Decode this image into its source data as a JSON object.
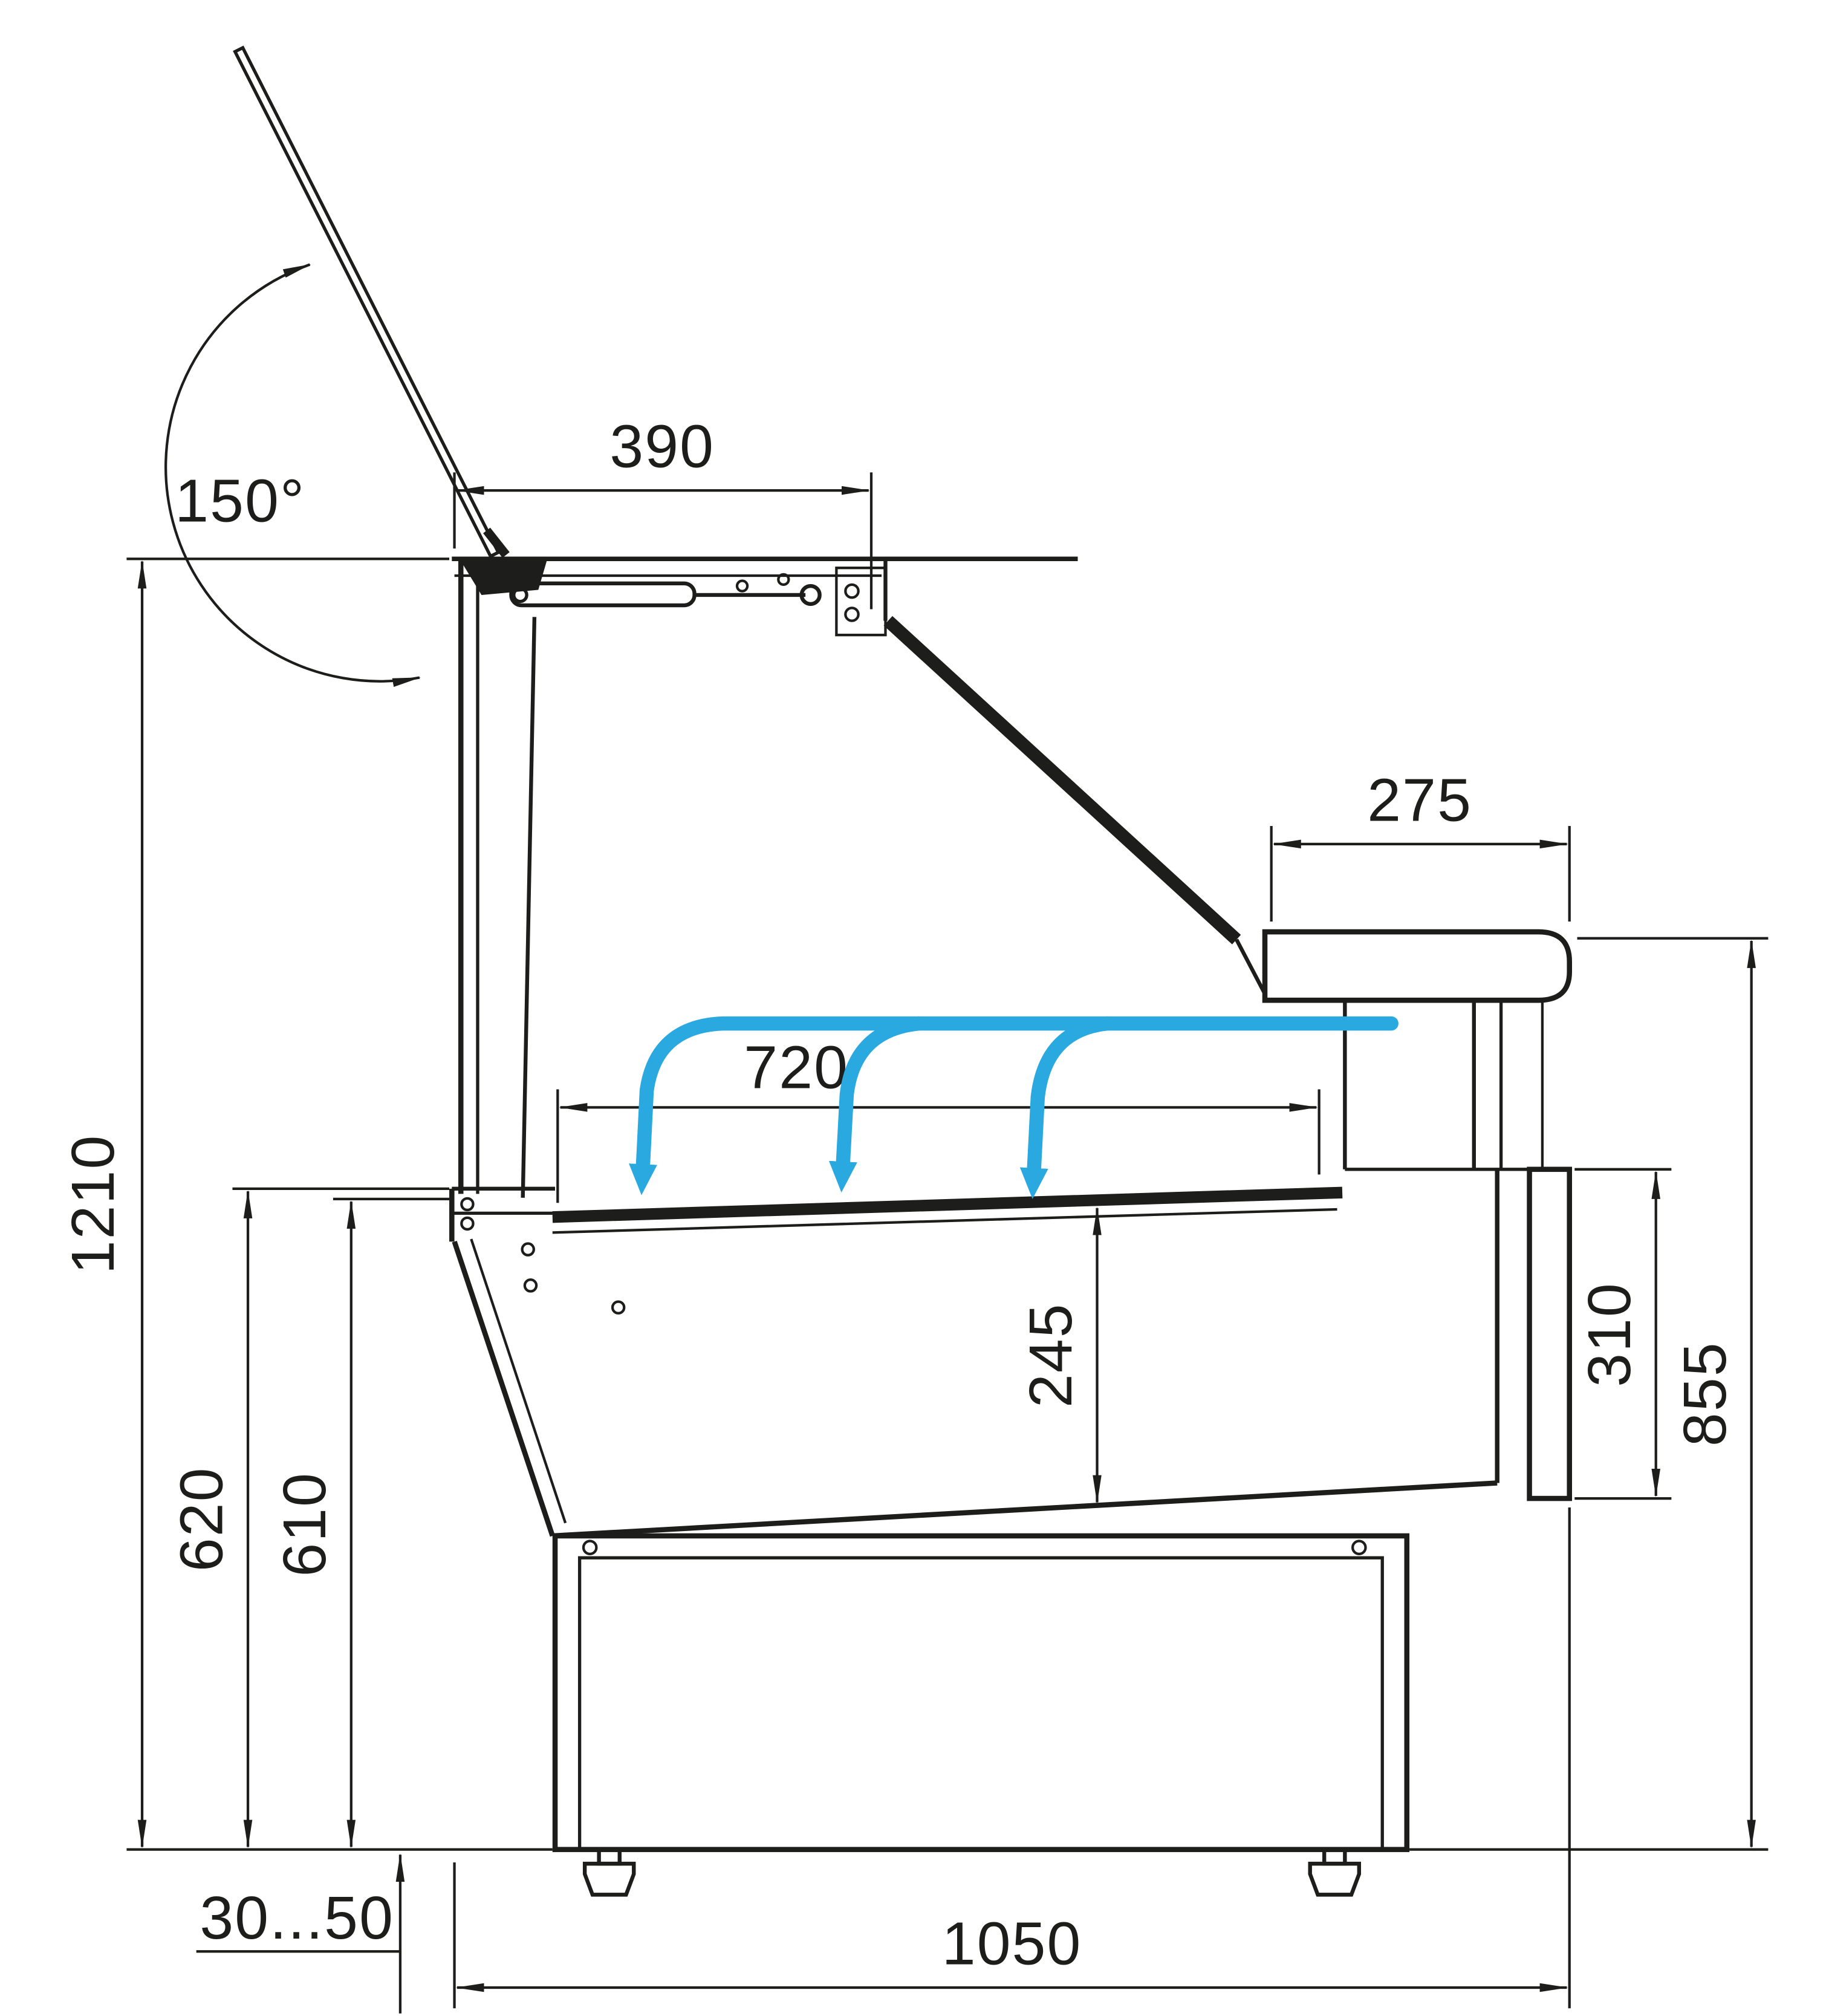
{
  "meta": {
    "drawing_type": "side-section technical drawing of refrigerated display case with airflow",
    "units": "mm"
  },
  "colors": {
    "line": "#1d1d1b",
    "airflow": "#2aa9e0",
    "background": "#ffffff"
  },
  "labels": {
    "angle": "150°",
    "lid_width": "390",
    "counter_depth": "275",
    "deck_depth": "720",
    "total_height": "1210",
    "height_front_outer": "620",
    "height_front_inner": "610",
    "well_depth": "245",
    "rear_panel_height": "310",
    "rear_height": "855",
    "feet_range": "30...50",
    "total_depth": "1050"
  },
  "airflow": {
    "arrow_count": 3,
    "direction": "from rear duct, horizontally forward, curving down onto display deck"
  }
}
